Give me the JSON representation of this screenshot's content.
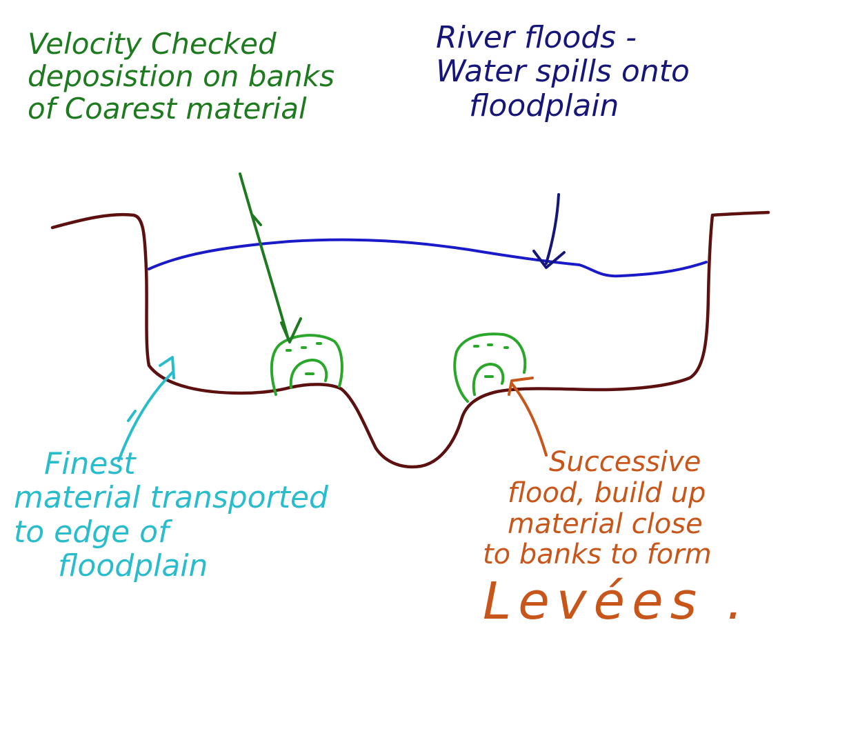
{
  "annotations": {
    "velocity": [
      "Velocity Checked",
      "deposistion on banks",
      "of Coarest material"
    ],
    "flood": [
      "River floods -",
      "Water spills onto",
      "floodplain"
    ],
    "finest": [
      "Finest",
      "material transported",
      "to edge of",
      "floodplain"
    ],
    "levees": [
      "Successive",
      "flood, build up",
      "material close",
      "to banks to form"
    ],
    "levees_word": "Levées ."
  },
  "colors": {
    "ground": "#5c1010",
    "water": "#1a1ac8",
    "velocity": "#1e7a1e",
    "deposits": "#2aa62a",
    "flood": "#16167a",
    "finest": "#29bccc",
    "levees": "#c8561a"
  }
}
